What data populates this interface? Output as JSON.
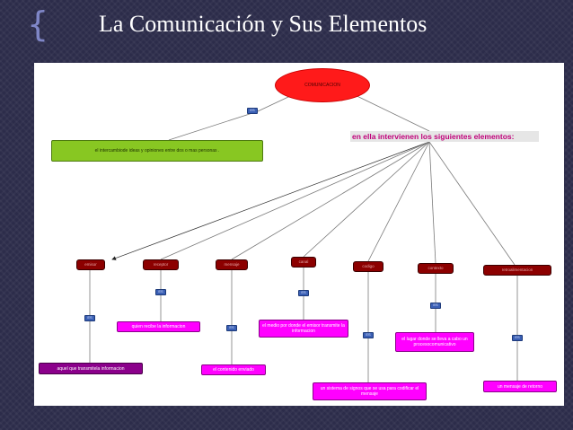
{
  "slide": {
    "title": "La Comunicación y Sus Elementos"
  },
  "map": {
    "root": "COMUNICACION",
    "root_link": "ES",
    "definition": "el intercambiode ideas y opiniones entre dos o mas personas .",
    "intervene": "en ella intervienen los siguientes elementos:",
    "elements": [
      {
        "label": "emisor",
        "link": "ES",
        "description": "aquel que transmitela informacion"
      },
      {
        "label": "receptor",
        "link": "ES",
        "description": "quien recibe la informacion"
      },
      {
        "label": "mensaje",
        "link": "ES",
        "description": "el contenido enviado"
      },
      {
        "label": "canal",
        "link": "ES",
        "description": "el medio por donde el emisor transmite la informacion"
      },
      {
        "label": "codigo",
        "link": "ES",
        "description": "un sistema de signos que se usa para codificar el mensaje"
      },
      {
        "label": "contexto",
        "link": "ES",
        "description": "el lugar donde se lleva a cabo un procesocomunicativo"
      },
      {
        "label": "retroalimentacion",
        "link": "ES",
        "description": "un mensaje de retorno"
      }
    ]
  },
  "colors": {
    "root": "#ff1a1a",
    "definition": "#88c722",
    "element": "#8c0000",
    "description": "#ff00ff",
    "link": "#3a5fb4",
    "banner_text": "#c0007a"
  }
}
